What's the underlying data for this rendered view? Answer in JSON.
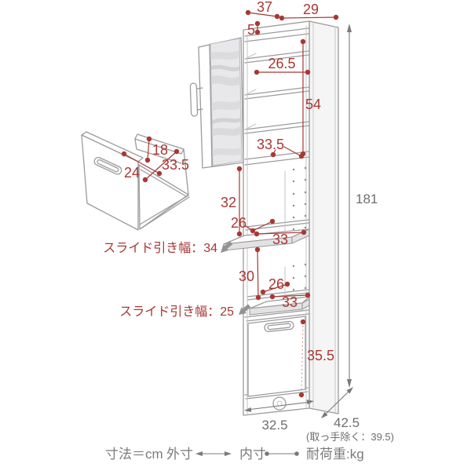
{
  "colors": {
    "dimension_red": "#a83833",
    "outline_gray": "#9b9b9b",
    "text_gray": "#6e6e6e",
    "glass": "#e8e8ea"
  },
  "cabinet": {
    "top_width": "37",
    "top_depth": "29",
    "top_gap": "5",
    "upper": {
      "inner_width": "26.5",
      "inner_height": "54",
      "inner_depth": "33.5"
    },
    "middle": {
      "open_height": "32",
      "tray_gap": "30"
    },
    "tray1": {
      "depth": "26",
      "width": "33",
      "slide": "スライド引き幅：34"
    },
    "tray2": {
      "depth": "26",
      "width": "33",
      "slide": "スライド引き幅：25"
    },
    "drawer": {
      "front_height": "35.5"
    },
    "overall": {
      "height": "181",
      "width": "32.5",
      "depth": "42.5",
      "depth_note": "(取っ手除く：39.5)"
    }
  },
  "drawer_detail": {
    "inner_height": "18",
    "inner_width": "24",
    "inner_depth": "33.5"
  },
  "legend": {
    "unit": "寸法＝cm",
    "outer": "外寸",
    "inner": "内寸",
    "load": "耐荷重:kg"
  }
}
